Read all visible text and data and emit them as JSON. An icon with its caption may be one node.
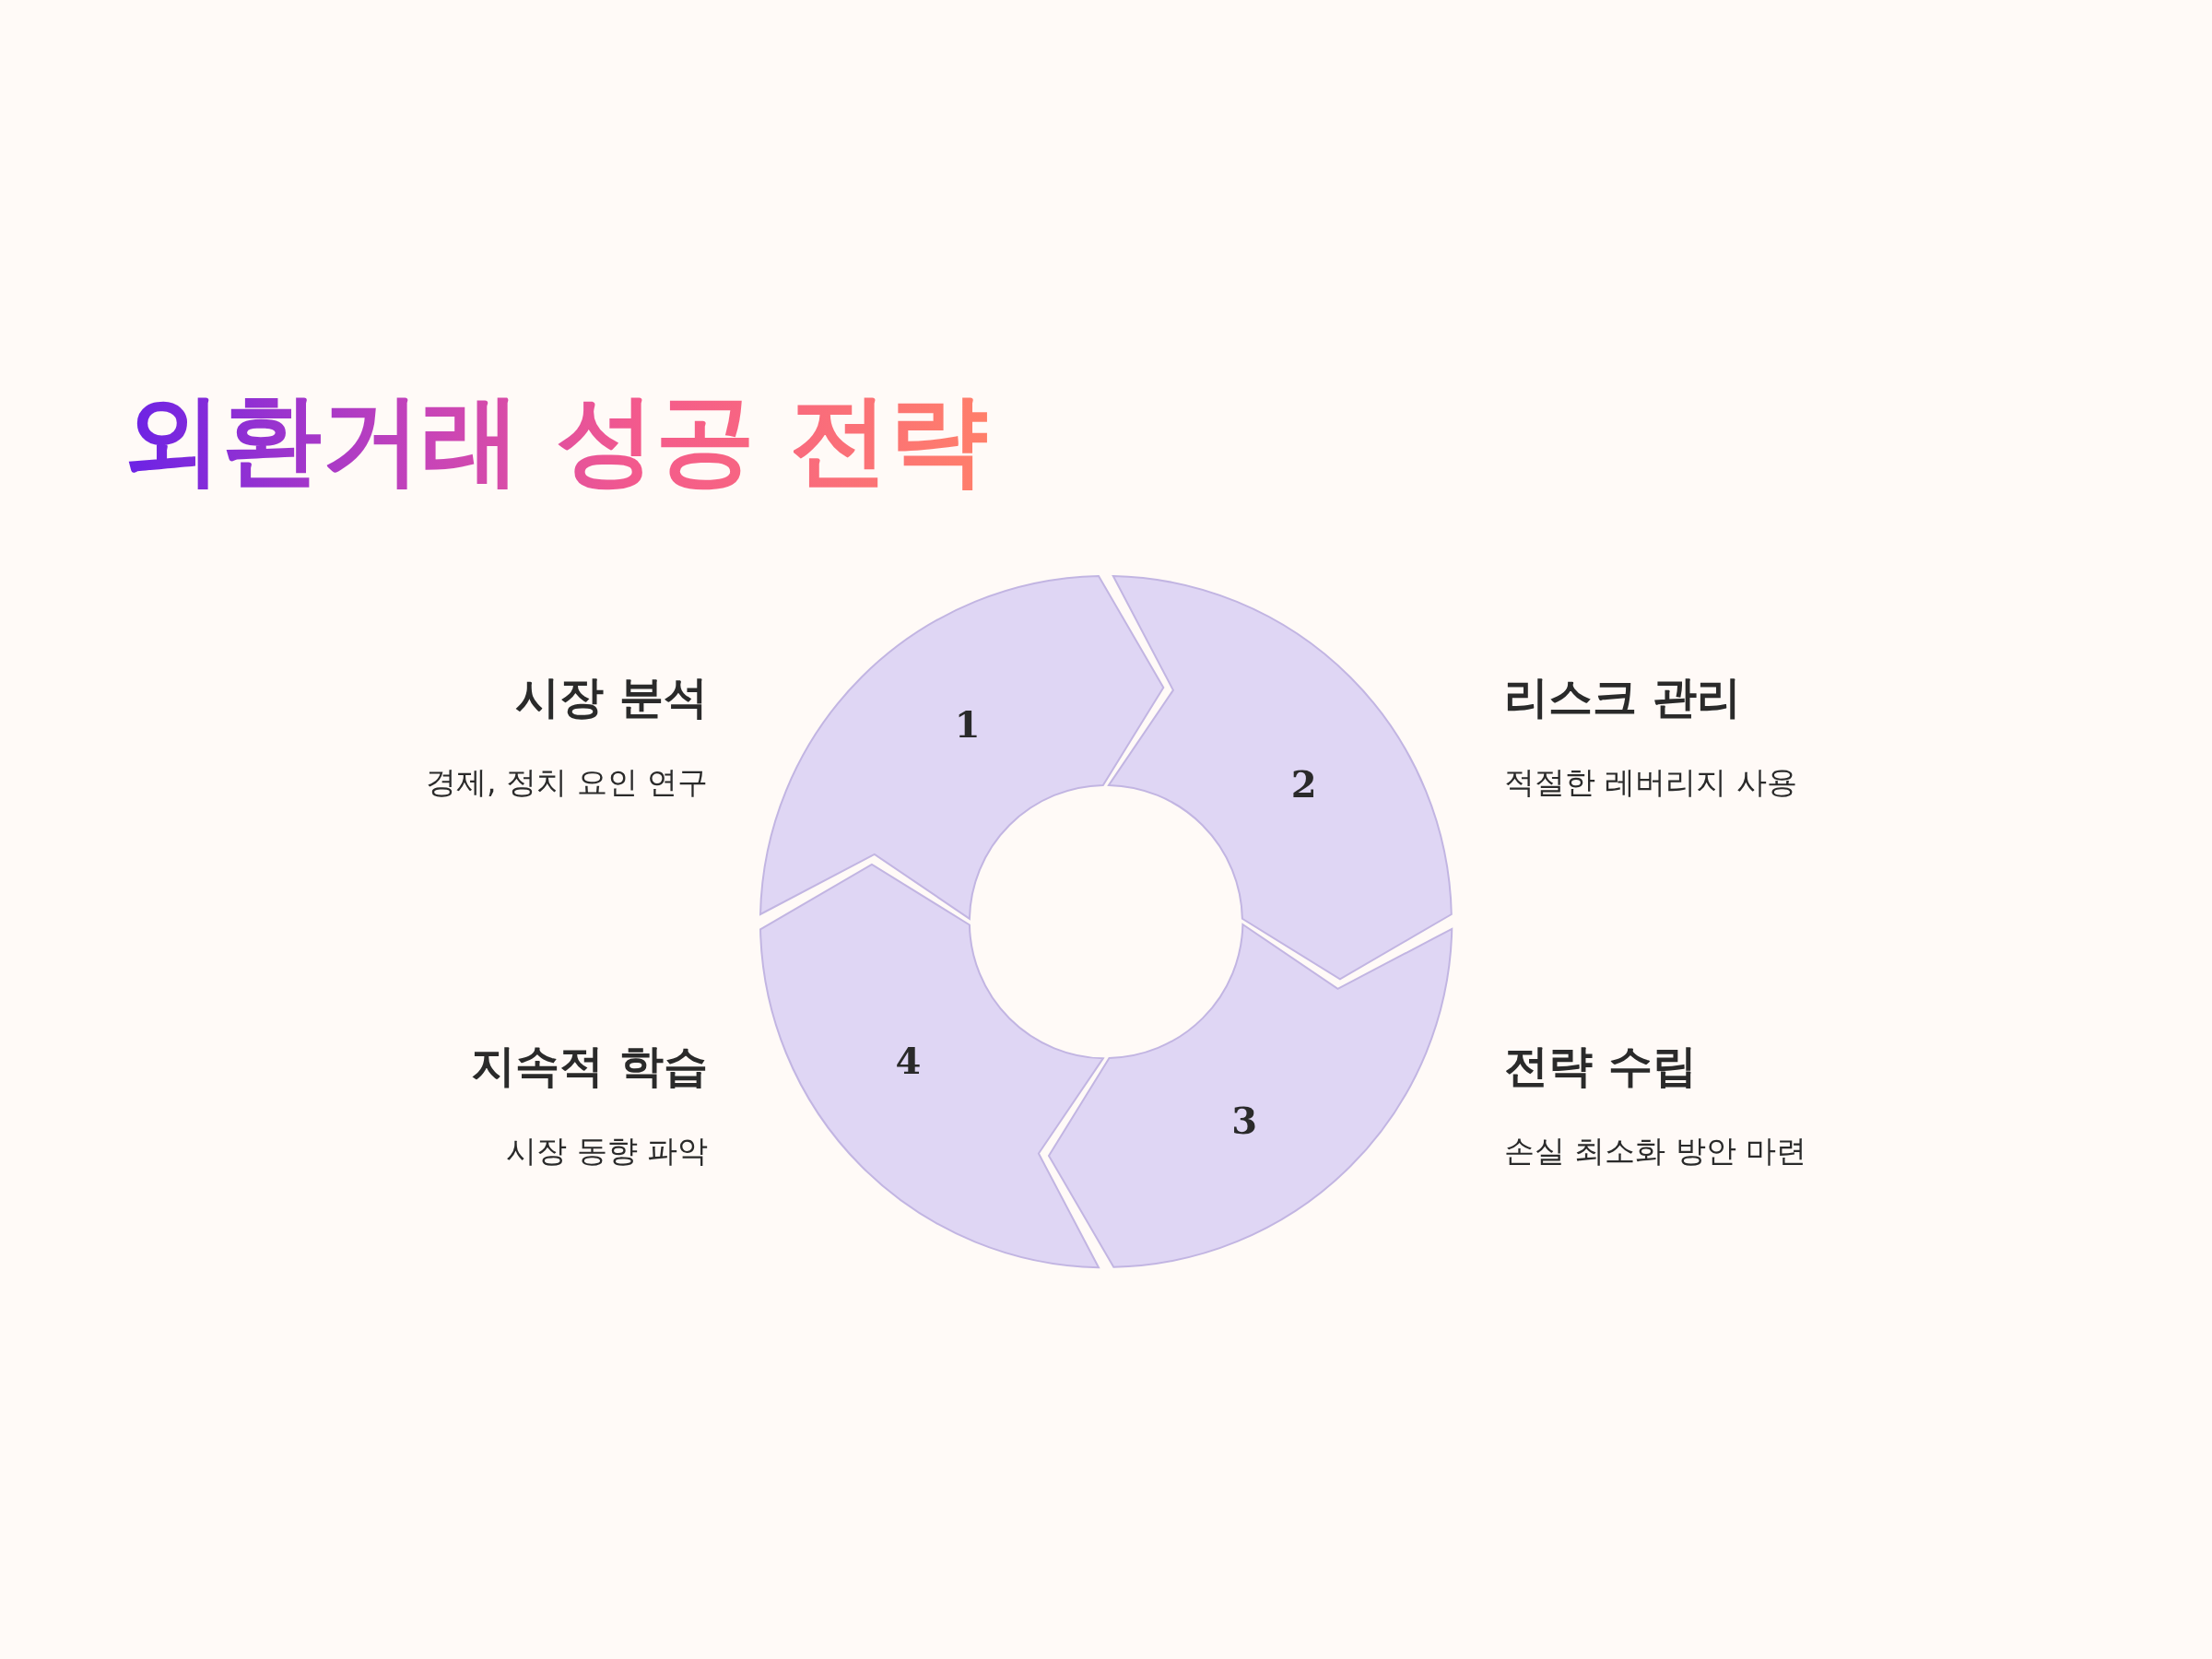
{
  "diagram": {
    "title": "외환거래 성공 전략",
    "nodes": [
      {
        "text": [
          "1"
        ],
        "beside": [
          "시장 분석",
          "경제, 정치 요인 연구"
        ]
      },
      {
        "text": [
          "2"
        ],
        "beside": [
          "리스크 관리",
          "적절한 레버리지 사용"
        ]
      },
      {
        "text": [
          "3"
        ],
        "beside": [
          "전략 수립",
          "손실 최소화 방안 마련"
        ]
      },
      {
        "text": [
          "4"
        ],
        "beside": [
          "지속적 학습",
          "시장 동향 파악"
        ]
      }
    ],
    "edges": []
  }
}
